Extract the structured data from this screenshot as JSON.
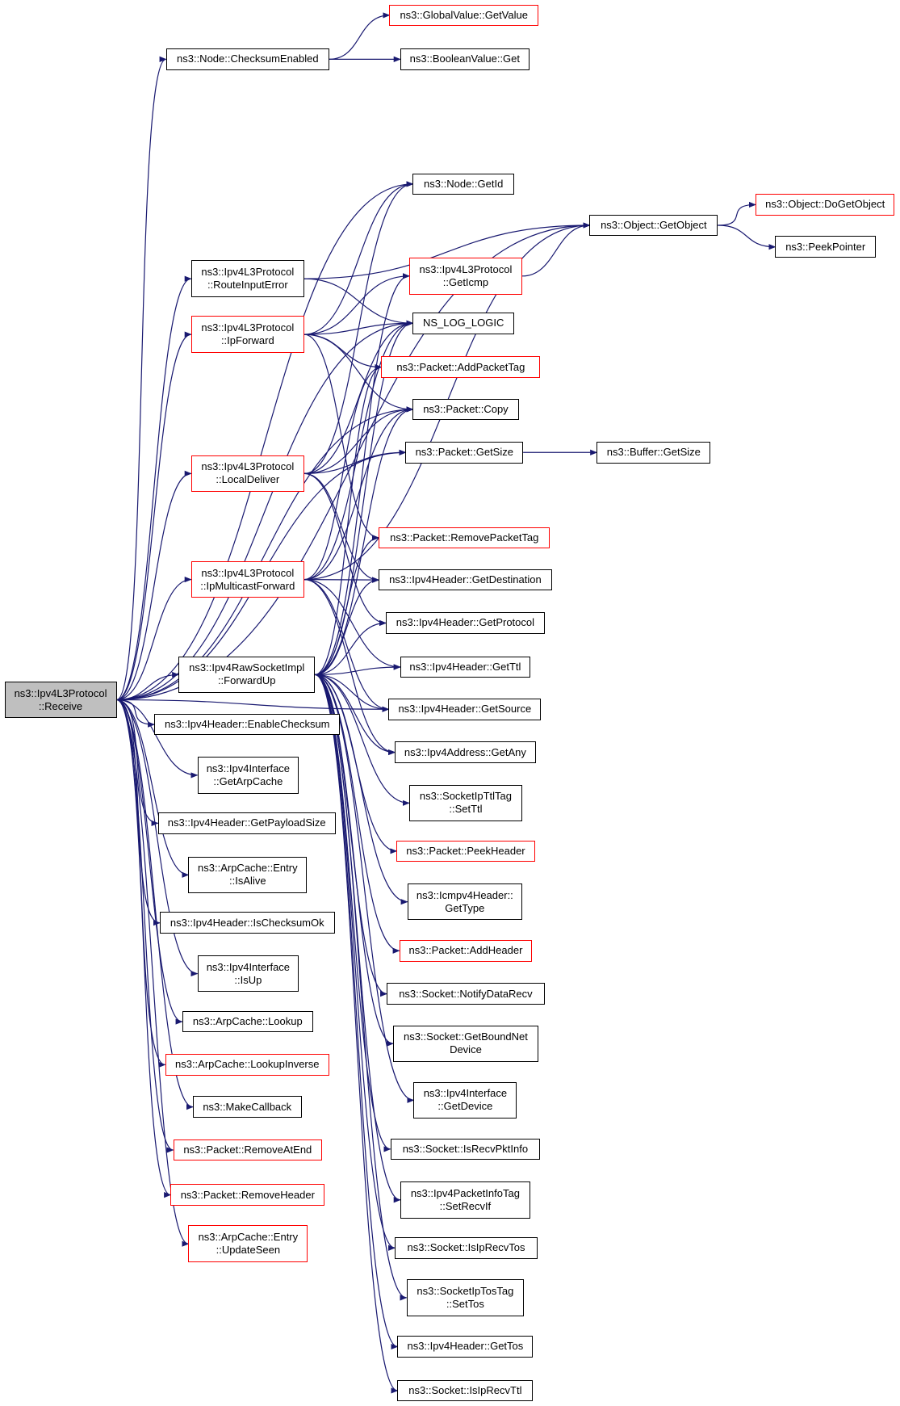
{
  "diagram": {
    "type": "call-graph",
    "edge_color": "#191970",
    "box_border_default": "#000000",
    "box_border_truncated": "#ff0000",
    "root_fill": "#bfbfbf",
    "nodes": [
      {
        "id": "receive",
        "lines": [
          "ns3::Ipv4L3Protocol",
          "::Receive"
        ],
        "style": "root"
      },
      {
        "id": "checksumEnabled",
        "lines": [
          "ns3::Node::ChecksumEnabled"
        ],
        "style": "black"
      },
      {
        "id": "globalGetValue",
        "lines": [
          "ns3::GlobalValue::GetValue"
        ],
        "style": "red"
      },
      {
        "id": "booleanGet",
        "lines": [
          "ns3::BooleanValue::Get"
        ],
        "style": "black"
      },
      {
        "id": "nodeGetId",
        "lines": [
          "ns3::Node::GetId"
        ],
        "style": "black"
      },
      {
        "id": "getObject",
        "lines": [
          "ns3::Object::GetObject"
        ],
        "style": "black"
      },
      {
        "id": "doGetObject",
        "lines": [
          "ns3::Object::DoGetObject"
        ],
        "style": "red"
      },
      {
        "id": "peekPointer",
        "lines": [
          "ns3::PeekPointer"
        ],
        "style": "black"
      },
      {
        "id": "routeInputError",
        "lines": [
          "ns3::Ipv4L3Protocol",
          "::RouteInputError"
        ],
        "style": "black"
      },
      {
        "id": "getIcmp",
        "lines": [
          "ns3::Ipv4L3Protocol",
          "::GetIcmp"
        ],
        "style": "red"
      },
      {
        "id": "ipForward",
        "lines": [
          "ns3::Ipv4L3Protocol",
          "::IpForward"
        ],
        "style": "red"
      },
      {
        "id": "nsLogLogic",
        "lines": [
          "NS_LOG_LOGIC"
        ],
        "style": "black"
      },
      {
        "id": "addPacketTag",
        "lines": [
          "ns3::Packet::AddPacketTag"
        ],
        "style": "red"
      },
      {
        "id": "packetCopy",
        "lines": [
          "ns3::Packet::Copy"
        ],
        "style": "black"
      },
      {
        "id": "localDeliver",
        "lines": [
          "ns3::Ipv4L3Protocol",
          "::LocalDeliver"
        ],
        "style": "red"
      },
      {
        "id": "packetGetSize",
        "lines": [
          "ns3::Packet::GetSize"
        ],
        "style": "black"
      },
      {
        "id": "bufferGetSize",
        "lines": [
          "ns3::Buffer::GetSize"
        ],
        "style": "black"
      },
      {
        "id": "removePacketTag",
        "lines": [
          "ns3::Packet::RemovePacketTag"
        ],
        "style": "red"
      },
      {
        "id": "ipMulticastForward",
        "lines": [
          "ns3::Ipv4L3Protocol",
          "::IpMulticastForward"
        ],
        "style": "red"
      },
      {
        "id": "getDestination",
        "lines": [
          "ns3::Ipv4Header::GetDestination"
        ],
        "style": "black"
      },
      {
        "id": "getProtocol",
        "lines": [
          "ns3::Ipv4Header::GetProtocol"
        ],
        "style": "black"
      },
      {
        "id": "forwardUp",
        "lines": [
          "ns3::Ipv4RawSocketImpl",
          "::ForwardUp"
        ],
        "style": "black"
      },
      {
        "id": "getTtl",
        "lines": [
          "ns3::Ipv4Header::GetTtl"
        ],
        "style": "black"
      },
      {
        "id": "getSource",
        "lines": [
          "ns3::Ipv4Header::GetSource"
        ],
        "style": "black"
      },
      {
        "id": "enableChecksum",
        "lines": [
          "ns3::Ipv4Header::EnableChecksum"
        ],
        "style": "black"
      },
      {
        "id": "getAny",
        "lines": [
          "ns3::Ipv4Address::GetAny"
        ],
        "style": "black"
      },
      {
        "id": "getArpCache",
        "lines": [
          "ns3::Ipv4Interface",
          "::GetArpCache"
        ],
        "style": "black"
      },
      {
        "id": "setTtl",
        "lines": [
          "ns3::SocketIpTtlTag",
          "::SetTtl"
        ],
        "style": "black"
      },
      {
        "id": "getPayloadSize",
        "lines": [
          "ns3::Ipv4Header::GetPayloadSize"
        ],
        "style": "black"
      },
      {
        "id": "peekHeader",
        "lines": [
          "ns3::Packet::PeekHeader"
        ],
        "style": "red"
      },
      {
        "id": "isAlive",
        "lines": [
          "ns3::ArpCache::Entry",
          "::IsAlive"
        ],
        "style": "black"
      },
      {
        "id": "icmpGetType",
        "lines": [
          "ns3::Icmpv4Header::",
          "GetType"
        ],
        "style": "black"
      },
      {
        "id": "isChecksumOk",
        "lines": [
          "ns3::Ipv4Header::IsChecksumOk"
        ],
        "style": "black"
      },
      {
        "id": "addHeader",
        "lines": [
          "ns3::Packet::AddHeader"
        ],
        "style": "red"
      },
      {
        "id": "isUp",
        "lines": [
          "ns3::Ipv4Interface",
          "::IsUp"
        ],
        "style": "black"
      },
      {
        "id": "notifyDataRecv",
        "lines": [
          "ns3::Socket::NotifyDataRecv"
        ],
        "style": "black"
      },
      {
        "id": "arpLookup",
        "lines": [
          "ns3::ArpCache::Lookup"
        ],
        "style": "black"
      },
      {
        "id": "getBoundNetDevice",
        "lines": [
          "ns3::Socket::GetBoundNet",
          "Device"
        ],
        "style": "black"
      },
      {
        "id": "lookupInverse",
        "lines": [
          "ns3::ArpCache::LookupInverse"
        ],
        "style": "red"
      },
      {
        "id": "makeCallback",
        "lines": [
          "ns3::MakeCallback"
        ],
        "style": "black"
      },
      {
        "id": "ifGetDevice",
        "lines": [
          "ns3::Ipv4Interface",
          "::GetDevice"
        ],
        "style": "black"
      },
      {
        "id": "removeAtEnd",
        "lines": [
          "ns3::Packet::RemoveAtEnd"
        ],
        "style": "red"
      },
      {
        "id": "isRecvPktInfo",
        "lines": [
          "ns3::Socket::IsRecvPktInfo"
        ],
        "style": "black"
      },
      {
        "id": "removeHeader",
        "lines": [
          "ns3::Packet::RemoveHeader"
        ],
        "style": "red"
      },
      {
        "id": "setRecvIf",
        "lines": [
          "ns3::Ipv4PacketInfoTag",
          "::SetRecvIf"
        ],
        "style": "black"
      },
      {
        "id": "updateSeen",
        "lines": [
          "ns3::ArpCache::Entry",
          "::UpdateSeen"
        ],
        "style": "red"
      },
      {
        "id": "isIpRecvTos",
        "lines": [
          "ns3::Socket::IsIpRecvTos"
        ],
        "style": "black"
      },
      {
        "id": "setTos",
        "lines": [
          "ns3::SocketIpTosTag",
          "::SetTos"
        ],
        "style": "black"
      },
      {
        "id": "getTos",
        "lines": [
          "ns3::Ipv4Header::GetTos"
        ],
        "style": "black"
      },
      {
        "id": "isIpRecvTtl",
        "lines": [
          "ns3::Socket::IsIpRecvTtl"
        ],
        "style": "black"
      }
    ],
    "edges": [
      [
        "receive",
        "checksumEnabled"
      ],
      [
        "receive",
        "getObject"
      ],
      [
        "receive",
        "nodeGetId"
      ],
      [
        "receive",
        "routeInputError"
      ],
      [
        "receive",
        "ipForward"
      ],
      [
        "receive",
        "nsLogLogic"
      ],
      [
        "receive",
        "packetCopy"
      ],
      [
        "receive",
        "localDeliver"
      ],
      [
        "receive",
        "packetGetSize"
      ],
      [
        "receive",
        "ipMulticastForward"
      ],
      [
        "receive",
        "getSource"
      ],
      [
        "receive",
        "forwardUp"
      ],
      [
        "receive",
        "enableChecksum"
      ],
      [
        "receive",
        "getArpCache"
      ],
      [
        "receive",
        "getPayloadSize"
      ],
      [
        "receive",
        "isAlive"
      ],
      [
        "receive",
        "isChecksumOk"
      ],
      [
        "receive",
        "isUp"
      ],
      [
        "receive",
        "arpLookup"
      ],
      [
        "receive",
        "lookupInverse"
      ],
      [
        "receive",
        "makeCallback"
      ],
      [
        "receive",
        "removeAtEnd"
      ],
      [
        "receive",
        "removeHeader"
      ],
      [
        "receive",
        "updateSeen"
      ],
      [
        "checksumEnabled",
        "globalGetValue"
      ],
      [
        "checksumEnabled",
        "booleanGet"
      ],
      [
        "getObject",
        "doGetObject"
      ],
      [
        "getObject",
        "peekPointer"
      ],
      [
        "getIcmp",
        "getObject"
      ],
      [
        "routeInputError",
        "getObject"
      ],
      [
        "routeInputError",
        "nsLogLogic"
      ],
      [
        "ipForward",
        "nodeGetId"
      ],
      [
        "ipForward",
        "getIcmp"
      ],
      [
        "ipForward",
        "nsLogLogic"
      ],
      [
        "ipForward",
        "addPacketTag"
      ],
      [
        "ipForward",
        "packetCopy"
      ],
      [
        "ipForward",
        "removePacketTag"
      ],
      [
        "localDeliver",
        "nodeGetId"
      ],
      [
        "localDeliver",
        "nsLogLogic"
      ],
      [
        "localDeliver",
        "packetCopy"
      ],
      [
        "localDeliver",
        "packetGetSize"
      ],
      [
        "localDeliver",
        "getDestination"
      ],
      [
        "localDeliver",
        "getProtocol"
      ],
      [
        "ipMulticastForward",
        "getObject"
      ],
      [
        "ipMulticastForward",
        "nsLogLogic"
      ],
      [
        "ipMulticastForward",
        "addPacketTag"
      ],
      [
        "ipMulticastForward",
        "packetCopy"
      ],
      [
        "ipMulticastForward",
        "getDestination"
      ],
      [
        "ipMulticastForward",
        "getTtl"
      ],
      [
        "ipMulticastForward",
        "getSource"
      ],
      [
        "ipMulticastForward",
        "getAny"
      ],
      [
        "packetGetSize",
        "bufferGetSize"
      ],
      [
        "forwardUp",
        "getIcmp"
      ],
      [
        "forwardUp",
        "nsLogLogic"
      ],
      [
        "forwardUp",
        "addPacketTag"
      ],
      [
        "forwardUp",
        "packetCopy"
      ],
      [
        "forwardUp",
        "removePacketTag"
      ],
      [
        "forwardUp",
        "getDestination"
      ],
      [
        "forwardUp",
        "getProtocol"
      ],
      [
        "forwardUp",
        "getTtl"
      ],
      [
        "forwardUp",
        "getSource"
      ],
      [
        "forwardUp",
        "getAny"
      ],
      [
        "forwardUp",
        "setTtl"
      ],
      [
        "forwardUp",
        "peekHeader"
      ],
      [
        "forwardUp",
        "icmpGetType"
      ],
      [
        "forwardUp",
        "addHeader"
      ],
      [
        "forwardUp",
        "notifyDataRecv"
      ],
      [
        "forwardUp",
        "getBoundNetDevice"
      ],
      [
        "forwardUp",
        "ifGetDevice"
      ],
      [
        "forwardUp",
        "isRecvPktInfo"
      ],
      [
        "forwardUp",
        "setRecvIf"
      ],
      [
        "forwardUp",
        "isIpRecvTos"
      ],
      [
        "forwardUp",
        "setTos"
      ],
      [
        "forwardUp",
        "getTos"
      ],
      [
        "forwardUp",
        "isIpRecvTtl"
      ]
    ]
  }
}
